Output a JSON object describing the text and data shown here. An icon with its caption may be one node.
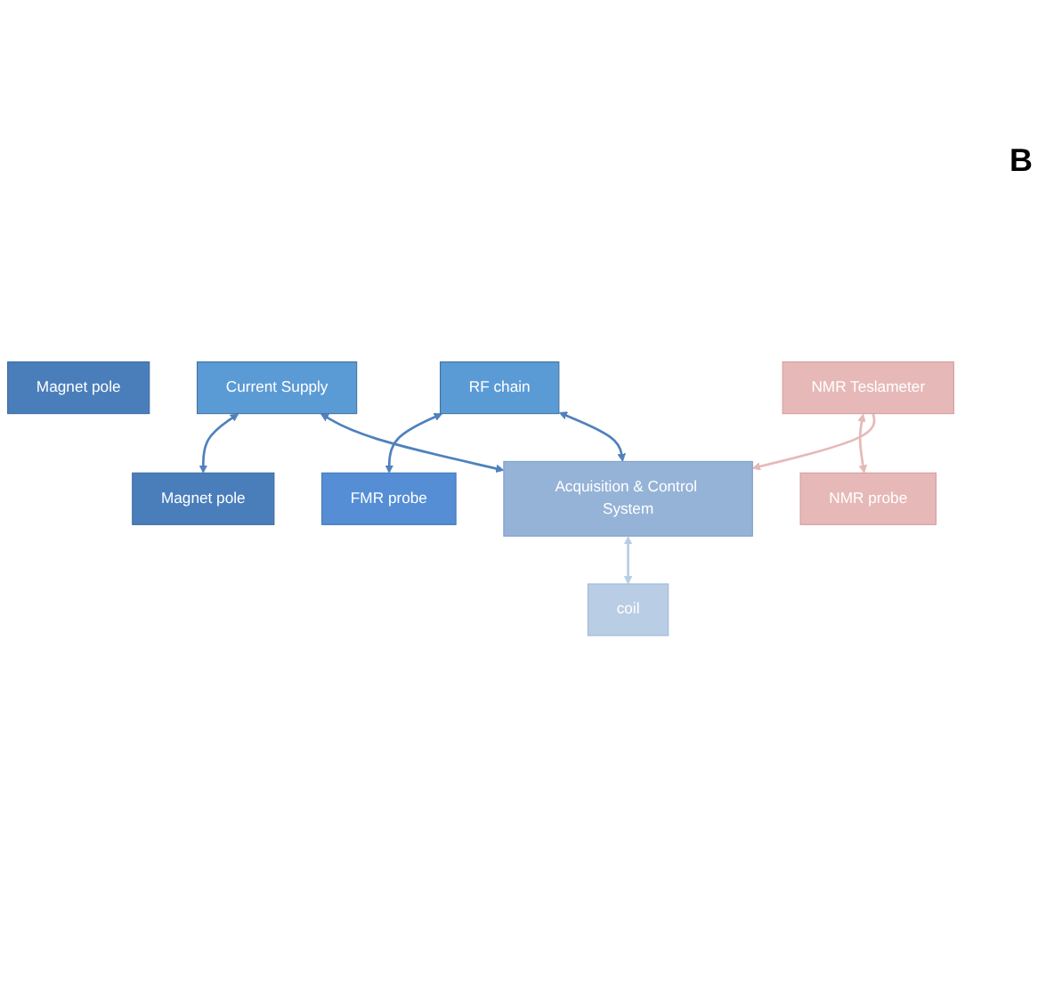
{
  "diagram": {
    "nodes": [
      {
        "text": [
          "Magnet pole"
        ]
      },
      {
        "text": [
          "coil"
        ]
      },
      {
        "text": [
          "NMR probe"
        ]
      },
      {
        "text": [
          "FMR probe"
        ]
      },
      {
        "text": [
          "Magnet pole"
        ]
      },
      {
        "text": [
          "Current Supply"
        ]
      },
      {
        "text": [
          "RF chain"
        ]
      },
      {
        "text": [
          "NMR Teslameter"
        ]
      },
      {
        "text": [
          "Acquisition & Control System"
        ]
      }
    ],
    "edges": [
      {
        "from": 8,
        "to": 1,
        "arrow": "both",
        "color": "#b9cde5"
      },
      {
        "from": 7,
        "to": 2,
        "arrow": "both",
        "color": "#e6b9b8"
      },
      {
        "from": 6,
        "to": 3,
        "arrow": "both"
      },
      {
        "from": 5,
        "to": 4,
        "arrow": "both"
      },
      {
        "from": 5,
        "to": 8,
        "arrow": "both"
      },
      {
        "from": 6,
        "to": 8,
        "arrow": "both"
      },
      {
        "from": 7,
        "to": 8,
        "arrow": "to",
        "color": "#e6b9b8"
      }
    ],
    "labels": [
      "B"
    ]
  }
}
